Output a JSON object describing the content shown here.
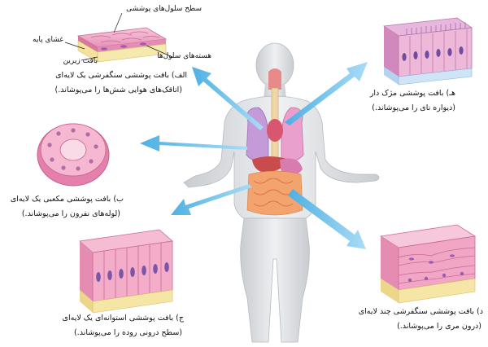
{
  "labels": {
    "surface": "سطح سلول‌های پوششی",
    "basal_membrane": "غشای پایه",
    "connective": "بافت زیرین",
    "nuclei": "هسته‌های سلول‌ها",
    "a_title": "الف) بافت پوششی سنگفرشی یک لایه‌ای",
    "a_desc": "(اتاقک‌های هوایی شش‌ها را می‌پوشاند.)",
    "b_title": "ب) بافت پوششی مکعبی یک لایه‌ای",
    "b_desc": "(لوله‌های نفرون را می‌پوشاند.)",
    "c_title": "ج) بافت پوششی استوانه‌ای یک لایه‌ای",
    "c_desc": "(سطح درونی روده را می‌پوشاند.)",
    "d_title": "د) بافت پوششی سنگفرشی چند لایه‌ای",
    "d_desc": "(درون مری را می‌پوشاند.)",
    "e_title": "هـ) بافت پوششی مژک دار",
    "e_desc": "(دیواره نای را می‌پوشاند.)"
  },
  "colors": {
    "arrow": "#5fb8e6",
    "tissue_pink": "#f3b6cf",
    "tissue_dark": "#d0709c",
    "nucleus": "#9a5bb0",
    "connective": "#f2e19a",
    "body_skin": "#e4e6e8"
  }
}
